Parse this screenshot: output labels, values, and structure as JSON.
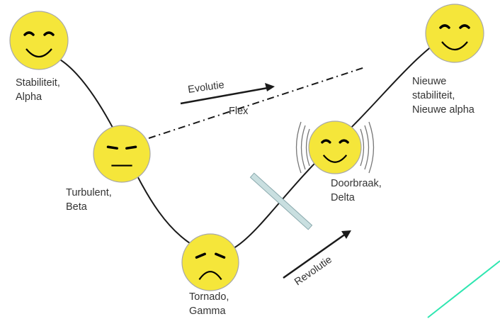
{
  "colors": {
    "face_fill": "#f5e63a",
    "face_stroke": "#a8a8a8",
    "line": "#1a1a1a",
    "barrier_fill": "#c9dfe0",
    "barrier_stroke": "#8aa9ad",
    "accent_line": "#2ee6b0"
  },
  "stages": [
    {
      "id": "alpha",
      "mood": "happy",
      "label_lines": [
        "Stabiliteit,",
        "Alpha"
      ]
    },
    {
      "id": "beta",
      "mood": "neutral",
      "label_lines": [
        "Turbulent,",
        "Beta"
      ]
    },
    {
      "id": "gamma",
      "mood": "sad",
      "label_lines": [
        "Tornado,",
        "Gamma"
      ]
    },
    {
      "id": "delta",
      "mood": "happy-vibrating",
      "label_lines": [
        "Doorbraak,",
        "Delta"
      ]
    },
    {
      "id": "new-alpha",
      "mood": "happy",
      "label_lines": [
        "Nieuwe",
        "stabiliteit,",
        "Nieuwe alpha"
      ]
    }
  ],
  "arrows": {
    "evolution": "Evolutie",
    "flex": "Flex",
    "revolution": "Revolutie"
  }
}
